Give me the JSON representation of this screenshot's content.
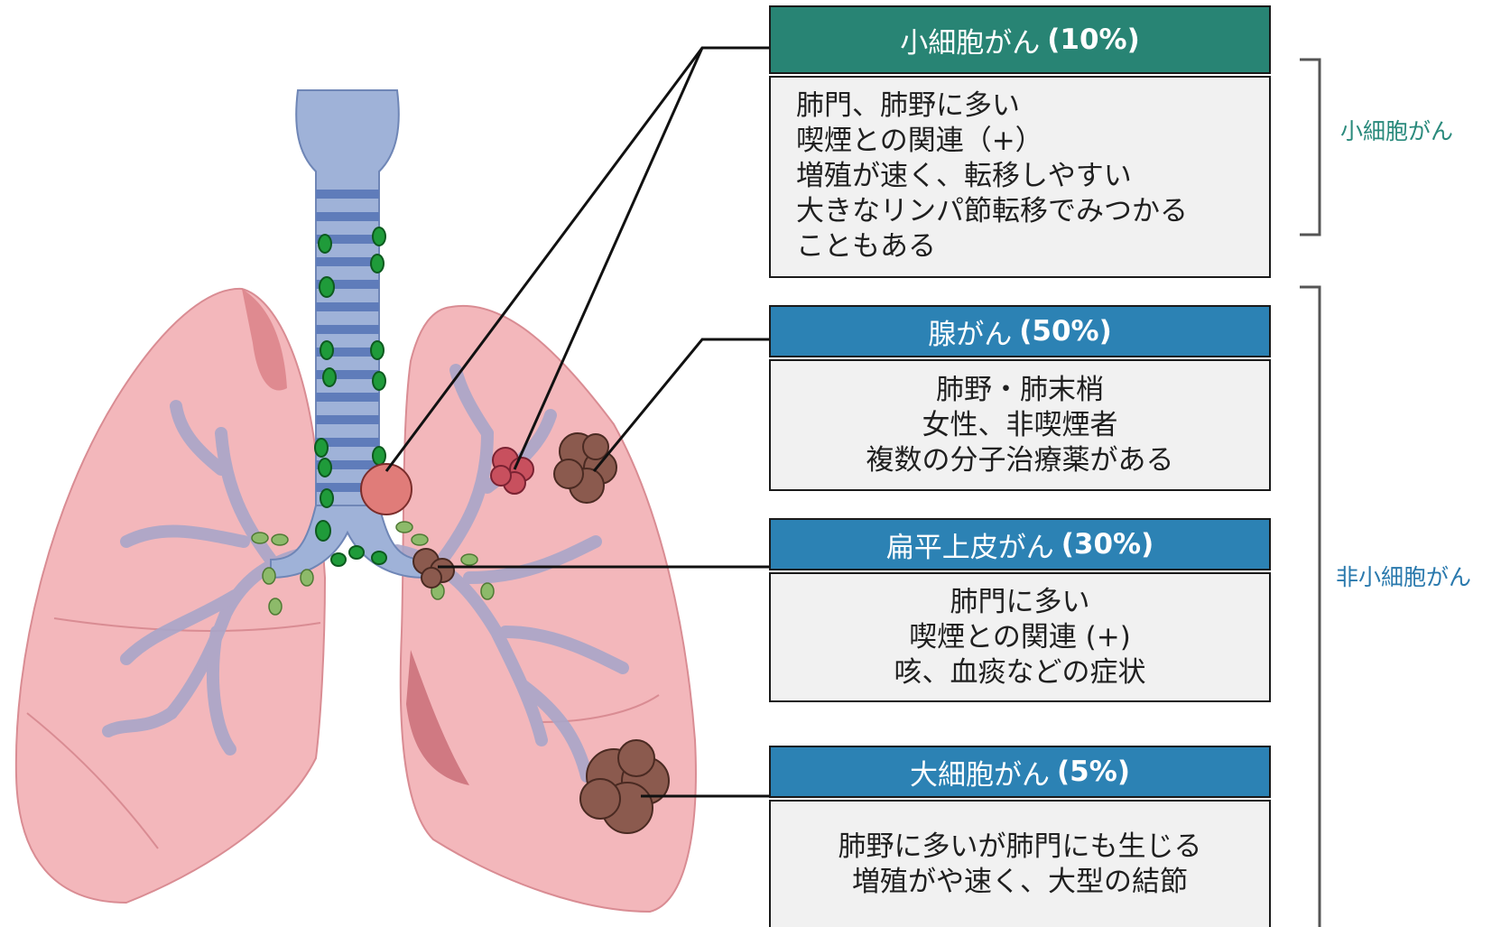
{
  "colors": {
    "small_cell_header": "#288474",
    "nsclc_header": "#2c82b4",
    "small_cell_label": "#2a8a7c",
    "nsclc_label": "#2a79ad",
    "lung_fill": "#f3b7bb",
    "trachea": "#7d98c6",
    "lymph_node": "#1f9b3a"
  },
  "boxes": [
    {
      "id": "small-cell",
      "name": "小細胞がん",
      "percent": "(10%)",
      "lines": [
        "肺門、肺野に多い",
        "喫煙との関連（+）",
        "増殖が速く、転移しやすい",
        "大きなリンパ節転移でみつかる",
        "こともある"
      ]
    },
    {
      "id": "adenocarcinoma",
      "name": "腺がん",
      "percent": "(50%)",
      "lines": [
        "肺野・肺末梢",
        "女性、非喫煙者",
        "複数の分子治療薬がある"
      ]
    },
    {
      "id": "squamous",
      "name": "扁平上皮がん",
      "percent": "(30%)",
      "lines": [
        "肺門に多い",
        "喫煙との関連 (+)",
        "咳、血痰などの症状"
      ]
    },
    {
      "id": "large-cell",
      "name": "大細胞がん",
      "percent": "(5%)",
      "lines": [
        "肺野に多いが肺門にも生じる",
        "増殖がや速く、大型の結節"
      ]
    }
  ],
  "groups": {
    "small_cell": "小細胞がん",
    "non_small_cell": "非小細胞がん"
  }
}
